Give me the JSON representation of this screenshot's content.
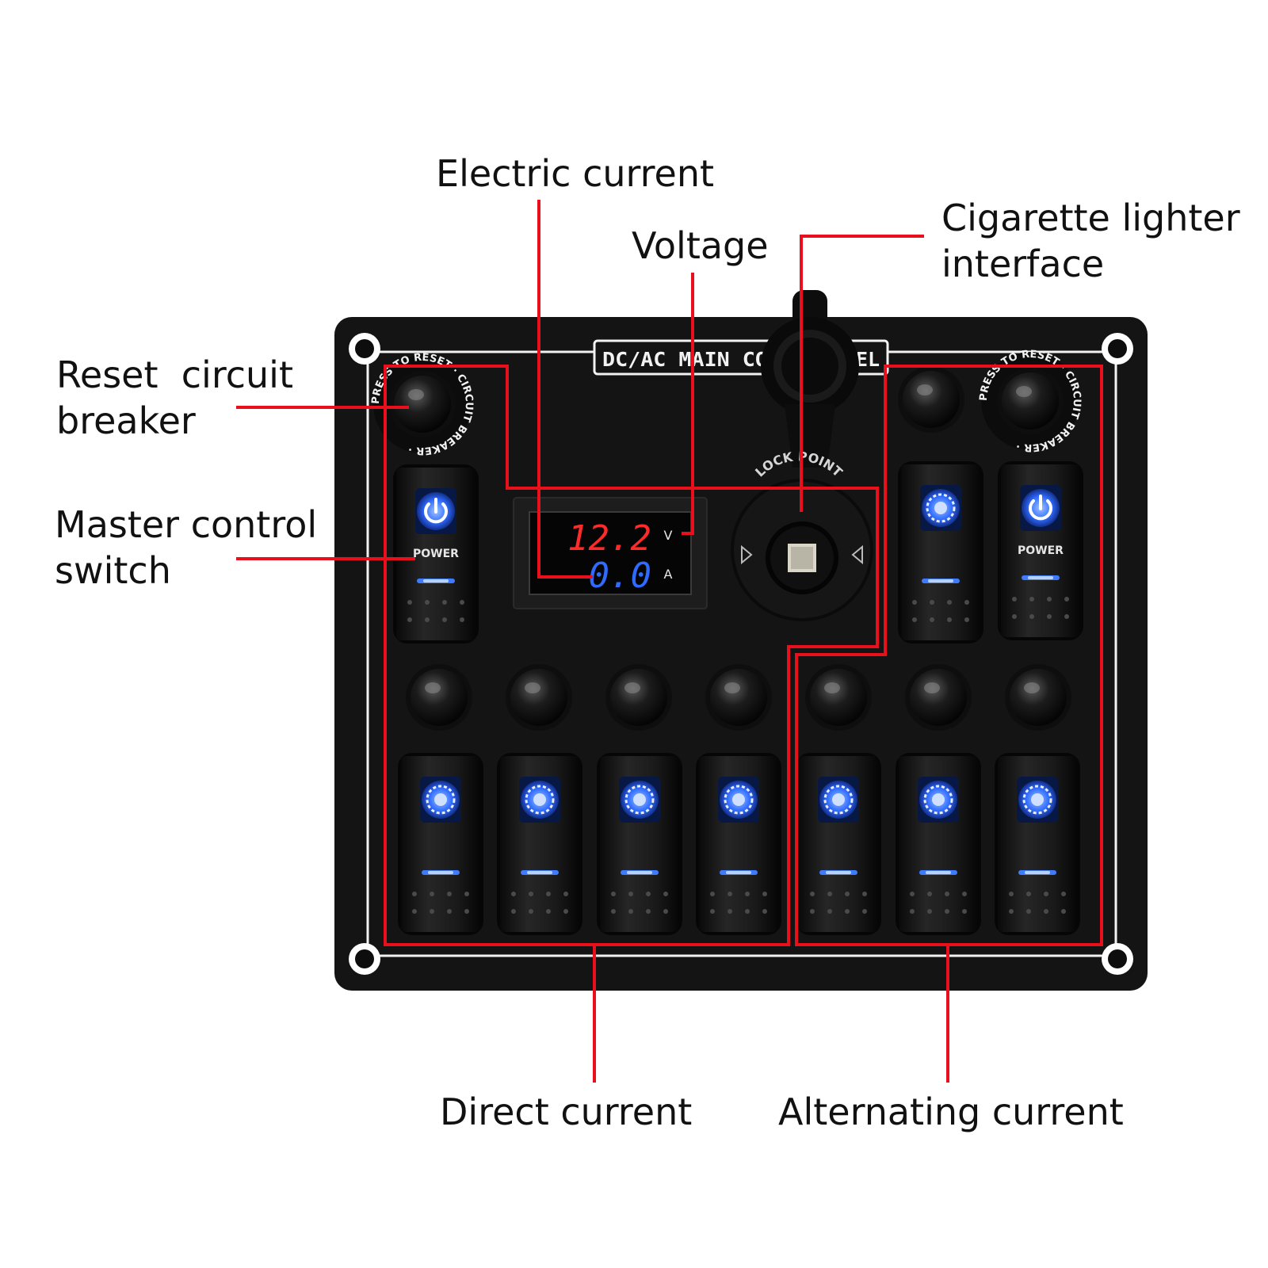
{
  "callouts": {
    "electric_current": "Electric current",
    "voltage": "Voltage",
    "cigarette_line1": "Cigarette lighter",
    "cigarette_line2": "interface",
    "reset_line1": "Reset  circuit",
    "reset_line2": "breaker",
    "master_line1": "Master control",
    "master_line2": "switch",
    "direct_current": "Direct current",
    "alternating_current": "Alternating current"
  },
  "panel": {
    "title_plate_left": "DC/AC MAIN CON",
    "title_plate_right": "EL",
    "breaker_ring_text": "PRESS TO RESET · CIRCUIT BREAKER ·",
    "socket_ring_text": "LOCK POINT",
    "meter_voltage": "12.2",
    "meter_voltage_unit": "V",
    "meter_current": "0.0",
    "meter_current_unit": "A",
    "power_label": "POWER",
    "power_label_right": "POWER"
  },
  "colors": {
    "annotation_line": "#e8111b",
    "panel": "#141414",
    "led_blue": "#2f6bff",
    "meter_red": "#ff2b2b"
  },
  "icons": [
    "power-icon",
    "sun-icon",
    "lock-arrow-icon"
  ]
}
